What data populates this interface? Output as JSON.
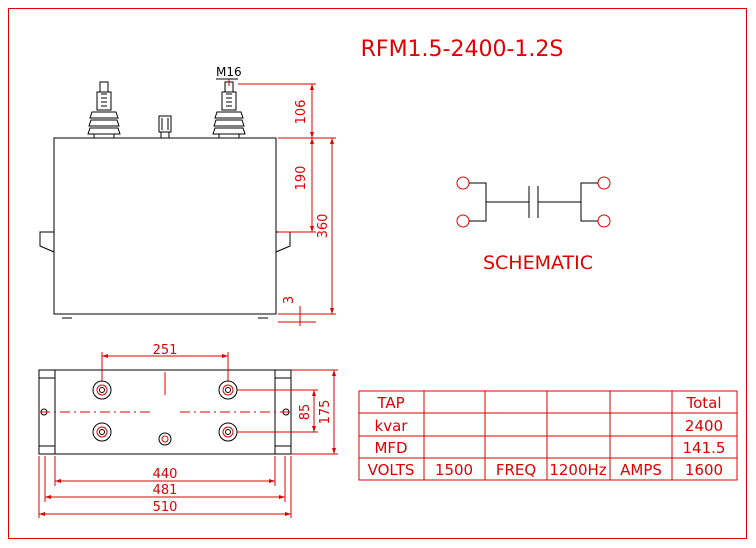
{
  "title": "RFM1.5-2400-1.2S",
  "thread_label": "M16",
  "schematic_label": "SCHEMATIC",
  "dims": {
    "d106": "106",
    "d190": "190",
    "d360": "360",
    "d3": "3",
    "d251": "251",
    "d85": "85",
    "d175": "175",
    "d440": "440",
    "d481": "481",
    "d510": "510"
  },
  "table": {
    "rows": [
      [
        "TAP",
        "",
        "",
        "",
        "",
        "Total"
      ],
      [
        "kvar",
        "",
        "",
        "",
        "",
        "2400"
      ],
      [
        "MFD",
        "",
        "",
        "",
        "",
        "141.5"
      ],
      [
        "VOLTS",
        "1500",
        "FREQ",
        "1200Hz",
        "AMPS",
        "1600"
      ]
    ]
  },
  "colors": {
    "line": "#e00000",
    "outline": "#000000"
  }
}
